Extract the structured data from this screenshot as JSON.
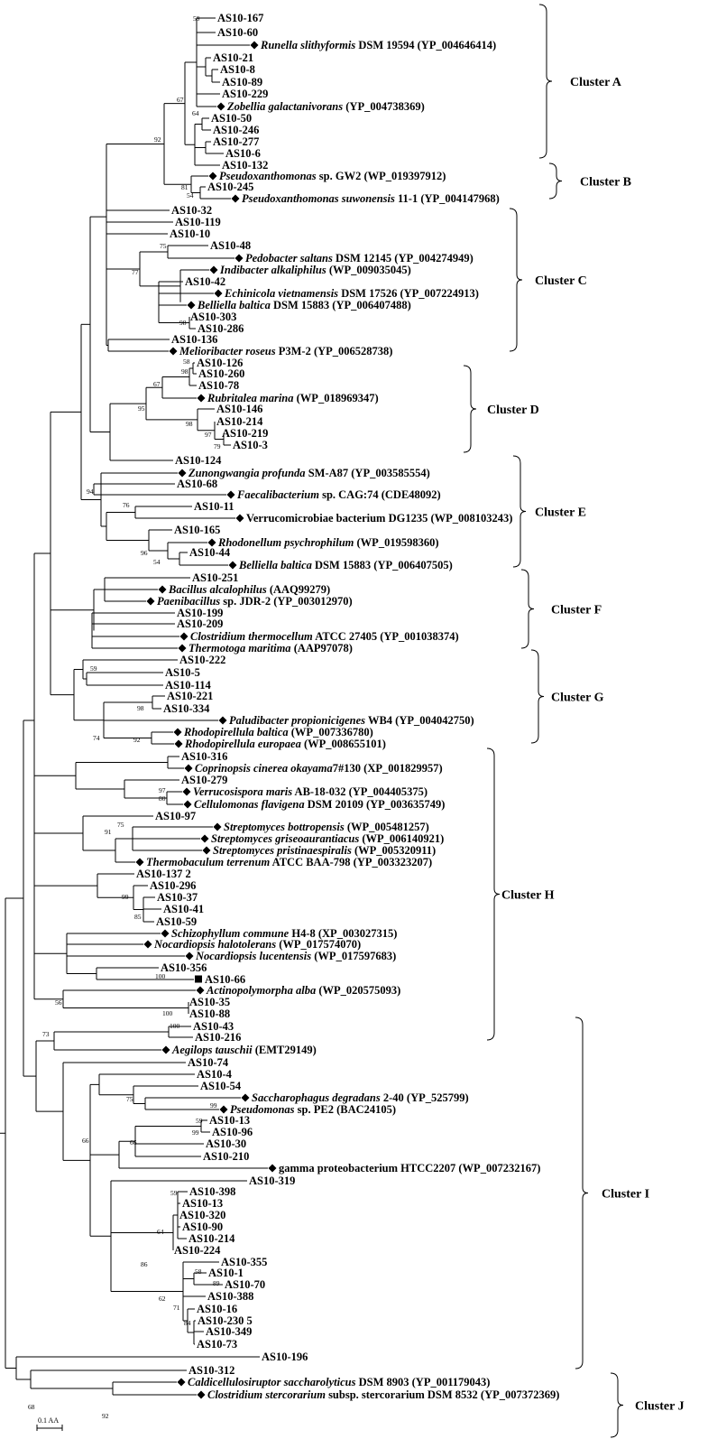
{
  "taxa": [
    {
      "id": "t1",
      "text": "AS10-167"
    },
    {
      "id": "t2",
      "text": "AS10-60"
    },
    {
      "id": "t3",
      "ref": true,
      "italic": "Runella slithyformis",
      "rest": " DSM 19594 (YP_004646414)"
    },
    {
      "id": "t4",
      "text": "AS10-21"
    },
    {
      "id": "t5",
      "text": "AS10-8"
    },
    {
      "id": "t6",
      "text": "AS10-89"
    },
    {
      "id": "t7",
      "text": "AS10-229"
    },
    {
      "id": "t8",
      "ref": true,
      "italic": "Zobellia galactanivorans",
      "rest": " (YP_004738369)"
    },
    {
      "id": "t9",
      "text": "AS10-50"
    },
    {
      "id": "t10",
      "text": "AS10-246"
    },
    {
      "id": "t11",
      "text": "AS10-277"
    },
    {
      "id": "t12",
      "text": "AS10-6"
    },
    {
      "id": "t13",
      "text": "AS10-132"
    },
    {
      "id": "t14",
      "ref": true,
      "italic": "Pseudoxanthomonas",
      "rest": " sp. GW2 (WP_019397912)"
    },
    {
      "id": "t15",
      "text": "AS10-245"
    },
    {
      "id": "t16",
      "ref": true,
      "italic": "Pseudoxanthomonas suwonensis",
      "rest": " 11-1 (YP_004147968)"
    },
    {
      "id": "t17",
      "text": "AS10-32"
    },
    {
      "id": "t18",
      "text": "AS10-119"
    },
    {
      "id": "t19",
      "text": "AS10-10"
    },
    {
      "id": "t20",
      "text": "AS10-48"
    },
    {
      "id": "t21",
      "ref": true,
      "italic": "Pedobacter saltans",
      "rest": " DSM 12145 (YP_004274949)"
    },
    {
      "id": "t22",
      "ref": true,
      "italic": "Indibacter alkaliphilus",
      "rest": " (WP_009035045)"
    },
    {
      "id": "t23",
      "text": "AS10-42"
    },
    {
      "id": "t24",
      "ref": true,
      "italic": "Echinicola vietnamensis",
      "rest": " DSM 17526 (YP_007224913)"
    },
    {
      "id": "t25",
      "ref": true,
      "italic": "Belliella baltica",
      "rest": " DSM 15883 (YP_006407488)"
    },
    {
      "id": "t26",
      "text": "AS10-303"
    },
    {
      "id": "t27",
      "text": "AS10-286"
    },
    {
      "id": "t28",
      "text": "AS10-136"
    },
    {
      "id": "t29",
      "ref": true,
      "italic": "Melioribacter roseus",
      "rest": " P3M-2 (YP_006528738)"
    },
    {
      "id": "t30",
      "text": "AS10-126"
    },
    {
      "id": "t31",
      "text": "AS10-260"
    },
    {
      "id": "t32",
      "text": "AS10-78"
    },
    {
      "id": "t33",
      "ref": true,
      "italic": "Rubritalea marina",
      "rest": " (WP_018969347)"
    },
    {
      "id": "t34",
      "text": "AS10-146"
    },
    {
      "id": "t35",
      "text": "AS10-214"
    },
    {
      "id": "t36",
      "text": "AS10-219"
    },
    {
      "id": "t37",
      "text": "AS10-3"
    },
    {
      "id": "t38",
      "text": "AS10-124"
    },
    {
      "id": "t39",
      "ref": true,
      "italic": "Zunongwangia profunda",
      "rest": " SM-A87 (YP_003585554)"
    },
    {
      "id": "t40",
      "text": "AS10-68"
    },
    {
      "id": "t41",
      "ref": true,
      "italic": "Faecalibacterium",
      "rest": " sp. CAG:74 (CDE48092)"
    },
    {
      "id": "t42",
      "text": "AS10-11"
    },
    {
      "id": "t43",
      "ref": true,
      "italic": "",
      "rest": "Verrucomicrobiae bacterium DG1235 (WP_008103243)"
    },
    {
      "id": "t44",
      "text": "AS10-165"
    },
    {
      "id": "t45",
      "ref": true,
      "italic": "Rhodonellum psychrophilum",
      "rest": " (WP_019598360)"
    },
    {
      "id": "t46",
      "text": "AS10-44"
    },
    {
      "id": "t47",
      "ref": true,
      "italic": "Belliella baltica",
      "rest": " DSM 15883 (YP_006407505)"
    },
    {
      "id": "t48",
      "text": "AS10-251"
    },
    {
      "id": "t49",
      "ref": true,
      "italic": "Bacillus alcalophilus",
      "rest": " (AAQ99279)"
    },
    {
      "id": "t50",
      "ref": true,
      "italic": "Paenibacillus",
      "rest": " sp. JDR-2 (YP_003012970)"
    },
    {
      "id": "t51",
      "text": "AS10-199"
    },
    {
      "id": "t52",
      "text": "AS10-209"
    },
    {
      "id": "t53",
      "ref": true,
      "italic": "Clostridium thermocellum",
      "rest": " ATCC 27405 (YP_001038374)"
    },
    {
      "id": "t54",
      "ref": true,
      "italic": "Thermotoga maritima",
      "rest": " (AAP97078)"
    },
    {
      "id": "t55",
      "text": "AS10-222"
    },
    {
      "id": "t56",
      "text": "AS10-5"
    },
    {
      "id": "t57",
      "text": "AS10-114"
    },
    {
      "id": "t58",
      "text": "AS10-221"
    },
    {
      "id": "t59",
      "text": "AS10-334"
    },
    {
      "id": "t60",
      "ref": true,
      "italic": "Paludibacter propionicigenes",
      "rest": " WB4 (YP_004042750)"
    },
    {
      "id": "t61",
      "ref": true,
      "italic": "Rhodopirellula baltica",
      "rest": " (WP_007336780)"
    },
    {
      "id": "t62",
      "ref": true,
      "italic": "Rhodopirellula europaea",
      "rest": " (WP_008655101)"
    },
    {
      "id": "t63",
      "text": "AS10-316"
    },
    {
      "id": "t64",
      "ref": true,
      "italic": "Coprinopsis cinerea okayama",
      "rest": "7#130 (XP_001829957)"
    },
    {
      "id": "t65",
      "text": "AS10-279"
    },
    {
      "id": "t66",
      "ref": true,
      "italic": "Verrucosispora maris",
      "rest": " AB-18-032 (YP_004405375)"
    },
    {
      "id": "t67",
      "ref": true,
      "italic": "Cellulomonas flavigena",
      "rest": " DSM 20109 (YP_003635749)"
    },
    {
      "id": "t68",
      "text": "AS10-97"
    },
    {
      "id": "t69",
      "ref": true,
      "italic": "Streptomyces bottropensis",
      "rest": " (WP_005481257)"
    },
    {
      "id": "t70",
      "ref": true,
      "italic": "Streptomyces griseoaurantiacus",
      "rest": " (WP_006140921)"
    },
    {
      "id": "t71",
      "ref": true,
      "italic": "Streptomyces pristinaespiralis",
      "rest": " (WP_005320911)"
    },
    {
      "id": "t72",
      "ref": true,
      "italic": "Thermobaculum terrenum",
      "rest": " ATCC BAA-798 (YP_003323207)"
    },
    {
      "id": "t73",
      "text": "AS10-137 2"
    },
    {
      "id": "t74",
      "text": "AS10-296"
    },
    {
      "id": "t75",
      "text": "AS10-37"
    },
    {
      "id": "t76",
      "text": "AS10-41"
    },
    {
      "id": "t77",
      "text": "AS10-59"
    },
    {
      "id": "t78",
      "ref": true,
      "italic": "Schizophyllum commune",
      "rest": " H4-8 (XP_003027315)"
    },
    {
      "id": "t79",
      "ref": true,
      "italic": "Nocardiopsis halotolerans",
      "rest": " (WP_017574070)"
    },
    {
      "id": "t80",
      "ref": true,
      "italic": "Nocardiopsis lucentensis",
      "rest": " (WP_017597683)"
    },
    {
      "id": "t81",
      "text": "AS10-356"
    },
    {
      "id": "t82",
      "square": true,
      "text": "AS10-66"
    },
    {
      "id": "t83",
      "ref": true,
      "italic": "Actinopolymorpha alba",
      "rest": " (WP_020575093)"
    },
    {
      "id": "t84",
      "text": "AS10-35"
    },
    {
      "id": "t85",
      "text": "AS10-88"
    },
    {
      "id": "t86",
      "text": "AS10-43"
    },
    {
      "id": "t87",
      "text": "AS10-216"
    },
    {
      "id": "t88",
      "ref": true,
      "italic": "Aegilops tauschii",
      "rest": " (EMT29149)"
    },
    {
      "id": "t89",
      "text": "AS10-74"
    },
    {
      "id": "t90",
      "text": "AS10-4"
    },
    {
      "id": "t91",
      "text": "AS10-54"
    },
    {
      "id": "t92",
      "ref": true,
      "italic": "Saccharophagus degradans",
      "rest": " 2-40 (YP_525799)"
    },
    {
      "id": "t93",
      "ref": true,
      "italic": "Pseudomonas",
      "rest": " sp. PE2 (BAC24105)"
    },
    {
      "id": "t94",
      "text": "AS10-13"
    },
    {
      "id": "t95",
      "text": "AS10-96"
    },
    {
      "id": "t96",
      "text": "AS10-30"
    },
    {
      "id": "t97",
      "text": "AS10-210"
    },
    {
      "id": "t98",
      "ref": true,
      "italic": "",
      "rest": "gamma proteobacterium HTCC2207 (WP_007232167)"
    },
    {
      "id": "t99",
      "text": "AS10-319"
    },
    {
      "id": "t100",
      "text": "AS10-398"
    },
    {
      "id": "t101",
      "text": "AS10-13"
    },
    {
      "id": "t102",
      "text": "AS10-320"
    },
    {
      "id": "t103",
      "text": "AS10-90"
    },
    {
      "id": "t104",
      "text": "AS10-214"
    },
    {
      "id": "t105",
      "text": "AS10-224"
    },
    {
      "id": "t106",
      "text": "AS10-355"
    },
    {
      "id": "t107",
      "text": "AS10-1"
    },
    {
      "id": "t108",
      "text": "AS10-70"
    },
    {
      "id": "t109",
      "text": "AS10-388"
    },
    {
      "id": "t110",
      "text": "AS10-16"
    },
    {
      "id": "t111",
      "text": "AS10-230 5"
    },
    {
      "id": "t112",
      "text": "AS10-349"
    },
    {
      "id": "t113",
      "text": "AS10-73"
    },
    {
      "id": "t114",
      "text": "AS10-196"
    },
    {
      "id": "t115",
      "text": "AS10-312"
    },
    {
      "id": "t116",
      "ref": true,
      "italic": "Caldicellulosiruptor saccharolyticus",
      "rest": " DSM 8903 (YP_001179043)"
    },
    {
      "id": "t117",
      "ref": true,
      "italic": "Clostridium stercorarium",
      "rest": " subsp. stercorarium DSM 8532 (YP_007372369)"
    }
  ],
  "clusters": [
    {
      "id": "A",
      "label": "Cluster A"
    },
    {
      "id": "B",
      "label": "Cluster B"
    },
    {
      "id": "C",
      "label": "Cluster C"
    },
    {
      "id": "D",
      "label": "Cluster D"
    },
    {
      "id": "E",
      "label": "Cluster E"
    },
    {
      "id": "F",
      "label": "Cluster F"
    },
    {
      "id": "G",
      "label": "Cluster G"
    },
    {
      "id": "H",
      "label": "Cluster H"
    },
    {
      "id": "I",
      "label": "Cluster I"
    },
    {
      "id": "J",
      "label": "Cluster J"
    }
  ],
  "bootstrap": [
    {
      "id": "b1",
      "text": "59"
    },
    {
      "id": "b2",
      "text": "67"
    },
    {
      "id": "b3",
      "text": "64"
    },
    {
      "id": "b4",
      "text": "92"
    },
    {
      "id": "b5",
      "text": "81"
    },
    {
      "id": "b6",
      "text": "54"
    },
    {
      "id": "b7",
      "text": "75"
    },
    {
      "id": "b8",
      "text": "77"
    },
    {
      "id": "b9",
      "text": "98"
    },
    {
      "id": "b10",
      "text": "58"
    },
    {
      "id": "b11",
      "text": "98"
    },
    {
      "id": "b12",
      "text": "67"
    },
    {
      "id": "b13",
      "text": "95"
    },
    {
      "id": "b14",
      "text": "98"
    },
    {
      "id": "b15",
      "text": "97"
    },
    {
      "id": "b16",
      "text": "79"
    },
    {
      "id": "b17",
      "text": "94"
    },
    {
      "id": "b18",
      "text": "76"
    },
    {
      "id": "b19",
      "text": "96"
    },
    {
      "id": "b20",
      "text": "54"
    },
    {
      "id": "b21",
      "text": "59"
    },
    {
      "id": "b22",
      "text": "98"
    },
    {
      "id": "b23",
      "text": "74"
    },
    {
      "id": "b24",
      "text": "92"
    },
    {
      "id": "b25",
      "text": "97"
    },
    {
      "id": "b26",
      "text": "80"
    },
    {
      "id": "b27",
      "text": "75"
    },
    {
      "id": "b28",
      "text": "91"
    },
    {
      "id": "b29",
      "text": "99"
    },
    {
      "id": "b30",
      "text": "85"
    },
    {
      "id": "b31",
      "text": "100"
    },
    {
      "id": "b32",
      "text": "56"
    },
    {
      "id": "b33",
      "text": "100"
    },
    {
      "id": "b34",
      "text": "100"
    },
    {
      "id": "b35",
      "text": "73"
    },
    {
      "id": "b36",
      "text": "75"
    },
    {
      "id": "b37",
      "text": "99"
    },
    {
      "id": "b38",
      "text": "59"
    },
    {
      "id": "b39",
      "text": "99"
    },
    {
      "id": "b40",
      "text": "66"
    },
    {
      "id": "b41",
      "text": "66"
    },
    {
      "id": "b42",
      "text": "59"
    },
    {
      "id": "b43",
      "text": "64"
    },
    {
      "id": "b44",
      "text": "86"
    },
    {
      "id": "b45",
      "text": "58"
    },
    {
      "id": "b46",
      "text": "89"
    },
    {
      "id": "b47",
      "text": "62"
    },
    {
      "id": "b48",
      "text": "71"
    },
    {
      "id": "b49",
      "text": "84"
    },
    {
      "id": "b50",
      "text": "68"
    },
    {
      "id": "b51",
      "text": "92"
    }
  ],
  "scale": {
    "label": "0.1 AA"
  }
}
